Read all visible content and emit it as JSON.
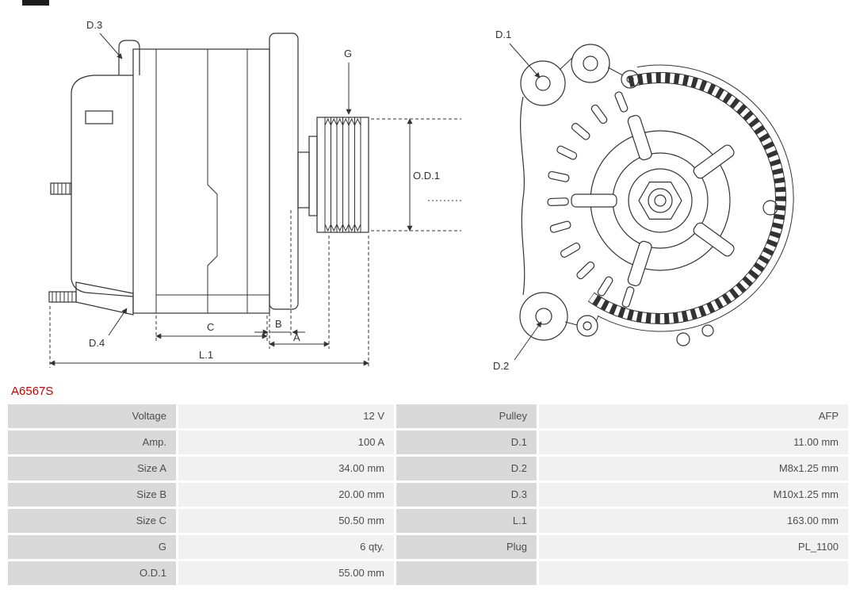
{
  "part": {
    "number": "A6567S"
  },
  "colors": {
    "part_number_red": "#cc0000",
    "table_label_bg": "#d9d9d9",
    "table_value_bg": "#f1f1f1",
    "line_color": "#333333",
    "text_color": "#4d4d4d"
  },
  "diagram": {
    "side_view": {
      "labels": {
        "d3": "D.3",
        "d4": "D.4",
        "g": "G",
        "od1": "O.D.1",
        "c": "C",
        "b": "B",
        "a": "A",
        "l1": "L.1"
      }
    },
    "front_view": {
      "labels": {
        "d1": "D.1",
        "d2": "D.2"
      }
    }
  },
  "specs_table": {
    "rows": [
      {
        "label_left": "Voltage",
        "value_left": "12 V",
        "label_right": "Pulley",
        "value_right": "AFP"
      },
      {
        "label_left": "Amp.",
        "value_left": "100 A",
        "label_right": "D.1",
        "value_right": "11.00 mm"
      },
      {
        "label_left": "Size A",
        "value_left": "34.00 mm",
        "label_right": "D.2",
        "value_right": "M8x1.25 mm"
      },
      {
        "label_left": "Size B",
        "value_left": "20.00 mm",
        "label_right": "D.3",
        "value_right": "M10x1.25 mm"
      },
      {
        "label_left": "Size C",
        "value_left": "50.50 mm",
        "label_right": "L.1",
        "value_right": "163.00 mm"
      },
      {
        "label_left": "G",
        "value_left": "6 qty.",
        "label_right": "Plug",
        "value_right": "PL_1100"
      },
      {
        "label_left": "O.D.1",
        "value_left": "55.00 mm",
        "label_right": "",
        "value_right": ""
      }
    ]
  }
}
